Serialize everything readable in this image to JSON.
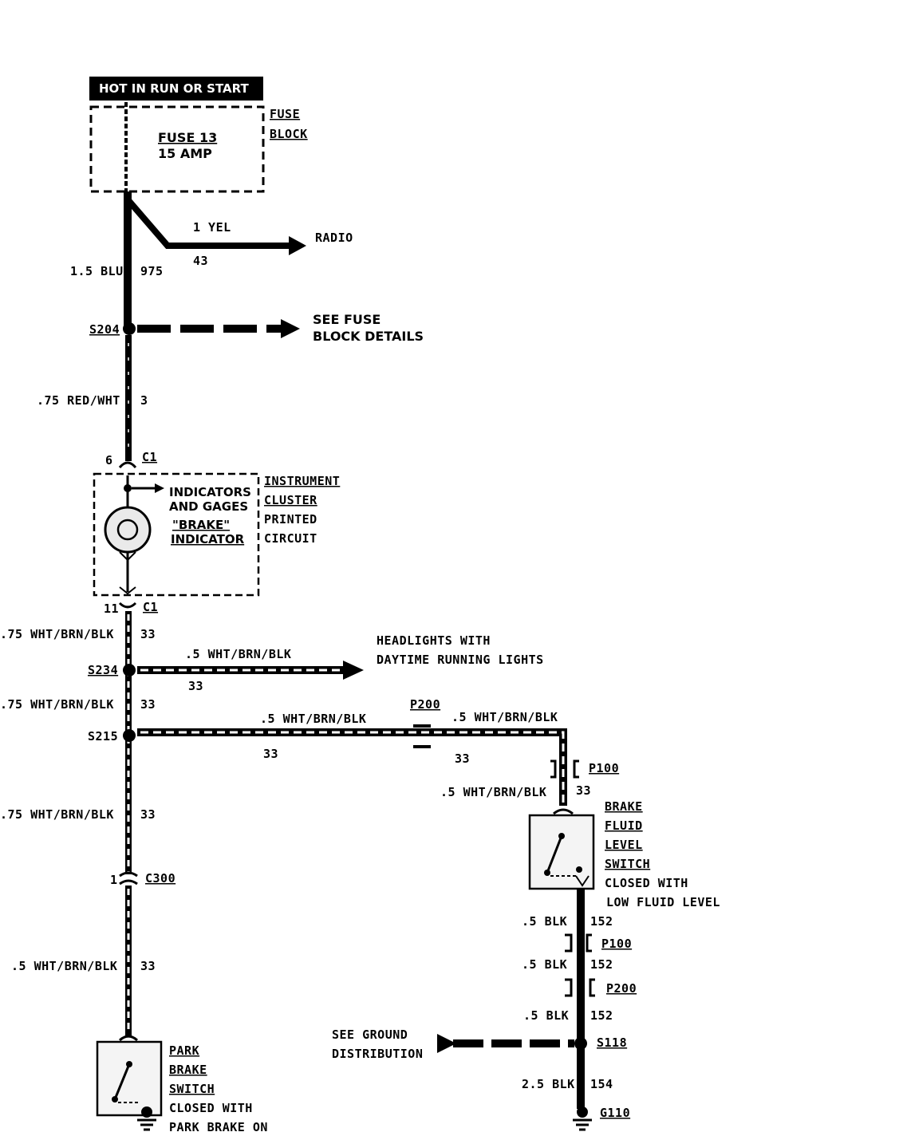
{
  "power_source": "HOT IN RUN  OR START",
  "fuse_block": {
    "name_line1": "FUSE",
    "name_line2": "BLOCK",
    "fuse": "FUSE 13",
    "rating": "15 AMP"
  },
  "radio_branch": {
    "wire": "1 YEL",
    "circuit": "43",
    "destination": "RADIO"
  },
  "main_feed": {
    "wire": "1.5 BLU",
    "circuit": "975"
  },
  "s204": {
    "splice": "S204",
    "note_line1": "SEE FUSE",
    "note_line2": "BLOCK DETAILS"
  },
  "feed_to_cluster": {
    "wire": ".75 RED/WHT",
    "circuit": "3"
  },
  "cluster": {
    "in_pin": "6",
    "in_conn": "C1",
    "out_pin": "11",
    "out_conn": "C1",
    "indicators_line1": "INDICATORS",
    "indicators_line2": "AND GAGES",
    "brake_line1": "\"BRAKE\"",
    "brake_line2": "INDICATOR",
    "name_line1": "INSTRUMENT",
    "name_line2": "CLUSTER",
    "name_line3": "PRINTED",
    "name_line4": "CIRCUIT"
  },
  "wire_cluster_to_s234": {
    "wire": ".75 WHT/BRN/BLK",
    "circuit": "33"
  },
  "s234": {
    "splice": "S234",
    "wire": ".5 WHT/BRN/BLK",
    "circuit": "33",
    "dest_line1": "HEADLIGHTS WITH",
    "dest_line2": "DAYTIME RUNNING LIGHTS"
  },
  "wire_s234_to_s215": {
    "wire": ".75 WHT/BRN/BLK",
    "circuit": "33"
  },
  "s215": {
    "splice": "S215",
    "wire_left": ".5 WHT/BRN/BLK",
    "circuit_left": "33",
    "conn": "P200",
    "wire_right": ".5 WHT/BRN/BLK",
    "circuit_right": "33"
  },
  "p100_upper": {
    "conn": "P100",
    "wire": ".5 WHT/BRN/BLK",
    "circuit": "33"
  },
  "brake_fluid_switch": {
    "line1": "BRAKE",
    "line2": "FLUID",
    "line3": "LEVEL",
    "line4": "SWITCH",
    "line5": "CLOSED WITH",
    "line6": "LOW FLUID LEVEL"
  },
  "wire_s215_down": {
    "wire": ".75 WHT/BRN/BLK",
    "circuit": "33"
  },
  "c300": {
    "pin": "1",
    "conn": "C300"
  },
  "wire_to_park_switch": {
    "wire": ".5 WHT/BRN/BLK",
    "circuit": "33"
  },
  "park_brake_switch": {
    "line1": "PARK",
    "line2": "BRAKE",
    "line3": "SWITCH",
    "line4": "CLOSED WITH",
    "line5": "PARK BRAKE ON"
  },
  "ground_run": {
    "wire1": ".5 BLK",
    "circuit1": "152",
    "conn1": "P100",
    "wire2": ".5 BLK",
    "circuit2": "152",
    "conn2": "P200",
    "wire3": ".5 BLK",
    "circuit3": "152",
    "splice": "S118",
    "note_line1": "SEE GROUND",
    "note_line2": "DISTRIBUTION",
    "wire4": "2.5 BLK",
    "circuit4": "154",
    "ground": "G110"
  }
}
